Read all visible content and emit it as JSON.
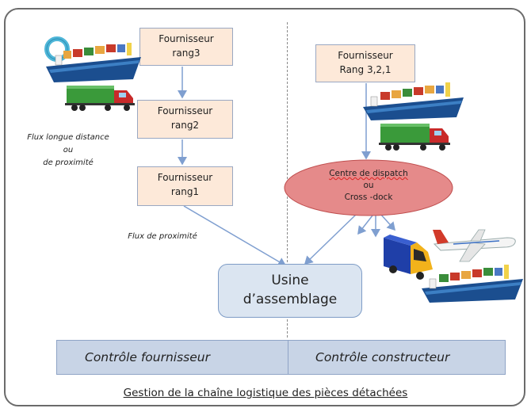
{
  "suppliers": {
    "rang3": {
      "line1": "Fournisseur",
      "line2": "rang3"
    },
    "rang2": {
      "line1": "Fournisseur",
      "line2": "rang2"
    },
    "rang1": {
      "line1": "Fournisseur",
      "line2": "rang1"
    },
    "rang321": {
      "line1": "Fournisseur",
      "line2": "Rang 3,2,1"
    }
  },
  "notes": {
    "long_distance": {
      "line1": "Flux longue distance",
      "line2": "ou",
      "line3": "de proximité"
    },
    "proximity": "Flux de proximité"
  },
  "dispatch": {
    "line1": "Centre de dispatch",
    "line2": "ou",
    "line3": "Cross -dock"
  },
  "plant": {
    "line1": "Usine",
    "line2": "d’assemblage"
  },
  "controls": {
    "left": "Contrôle fournisseur",
    "right": "Contrôle constructeur"
  },
  "caption": "Gestion de la chaîne logistique des pièces détachées",
  "colors": {
    "supplier_fill": "#fde9d9",
    "dispatch_fill": "#e58a8a",
    "plant_fill": "#dbe5f1",
    "control_bar": "#c8d4e6",
    "arrow": "#7f9fd0"
  },
  "icons": [
    "cargo-ship-icon",
    "truck-icon",
    "airplane-icon",
    "van-icon",
    "ring-icon"
  ]
}
